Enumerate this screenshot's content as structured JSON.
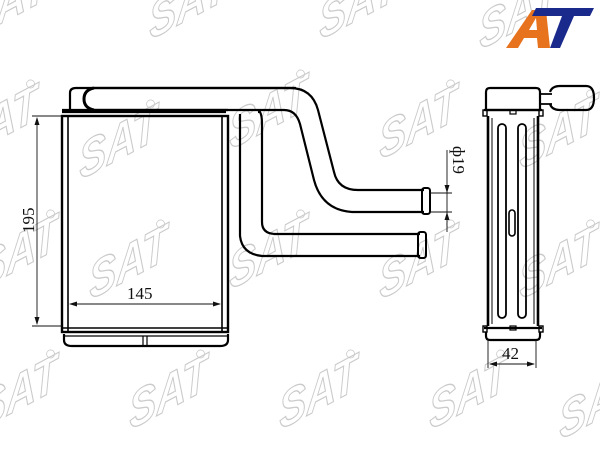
{
  "brand": {
    "watermark_text": "SAT",
    "watermark_color": "#bfbfbf",
    "logo_letters": [
      "A",
      "T"
    ],
    "logo_colors": {
      "A": "#e8731f",
      "T": "#1a2a8c"
    }
  },
  "drawing": {
    "subject": "heater core (radiator)",
    "line_color": "#000000",
    "front_view": {
      "dimensions": {
        "height": "195",
        "width": "145"
      }
    },
    "pipes": {
      "diameter_label": "ф19"
    },
    "side_view": {
      "dimensions": {
        "depth": "42"
      }
    }
  }
}
